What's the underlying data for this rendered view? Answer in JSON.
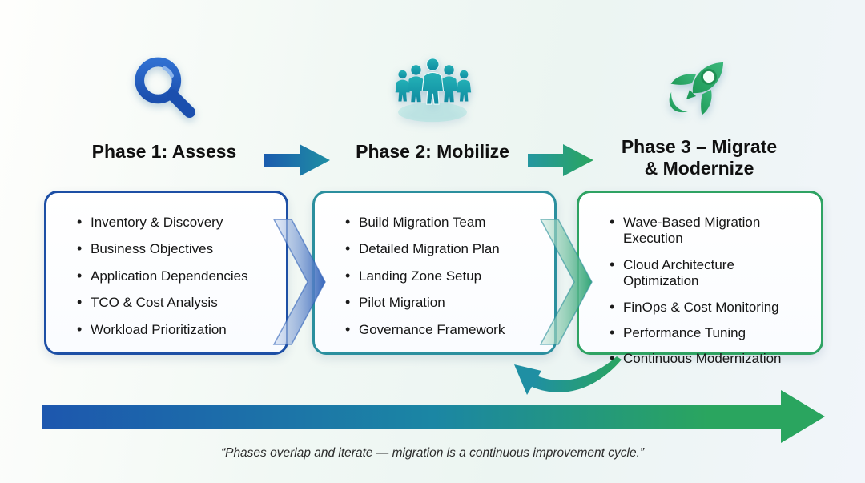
{
  "phases": [
    {
      "title": "Phase 1: Assess",
      "icon": "magnifier-icon",
      "accent": "#1d4fa5",
      "items": [
        "Inventory & Discovery",
        "Business Objectives",
        "Application Dependencies",
        "TCO & Cost Analysis",
        "Workload Prioritization"
      ]
    },
    {
      "title": "Phase 2: Mobilize",
      "icon": "team-icon",
      "accent": "#2b8f9e",
      "items": [
        "Build Migration Team",
        "Detailed Migration Plan",
        "Landing Zone Setup",
        "Pilot Migration",
        "Governance Framework"
      ]
    },
    {
      "title": "Phase 3 – Migrate & Modernize",
      "title_lines": [
        "Phase 3 – Migrate",
        "& Modernize"
      ],
      "icon": "rocket-icon",
      "accent": "#2fa363",
      "items": [
        "Wave-Based Migration Execution",
        "Cloud Architecture Optimization",
        "FinOps & Cost Monitoring",
        "Performance Tuning",
        "Continuous Modernization"
      ]
    }
  ],
  "footer": {
    "quote": "“Phases overlap and iterate — migration is a continuous improvement cycle.”"
  },
  "colors": {
    "blue": "#1d57ae",
    "teal": "#1f8fa3",
    "green": "#2aa55f"
  }
}
